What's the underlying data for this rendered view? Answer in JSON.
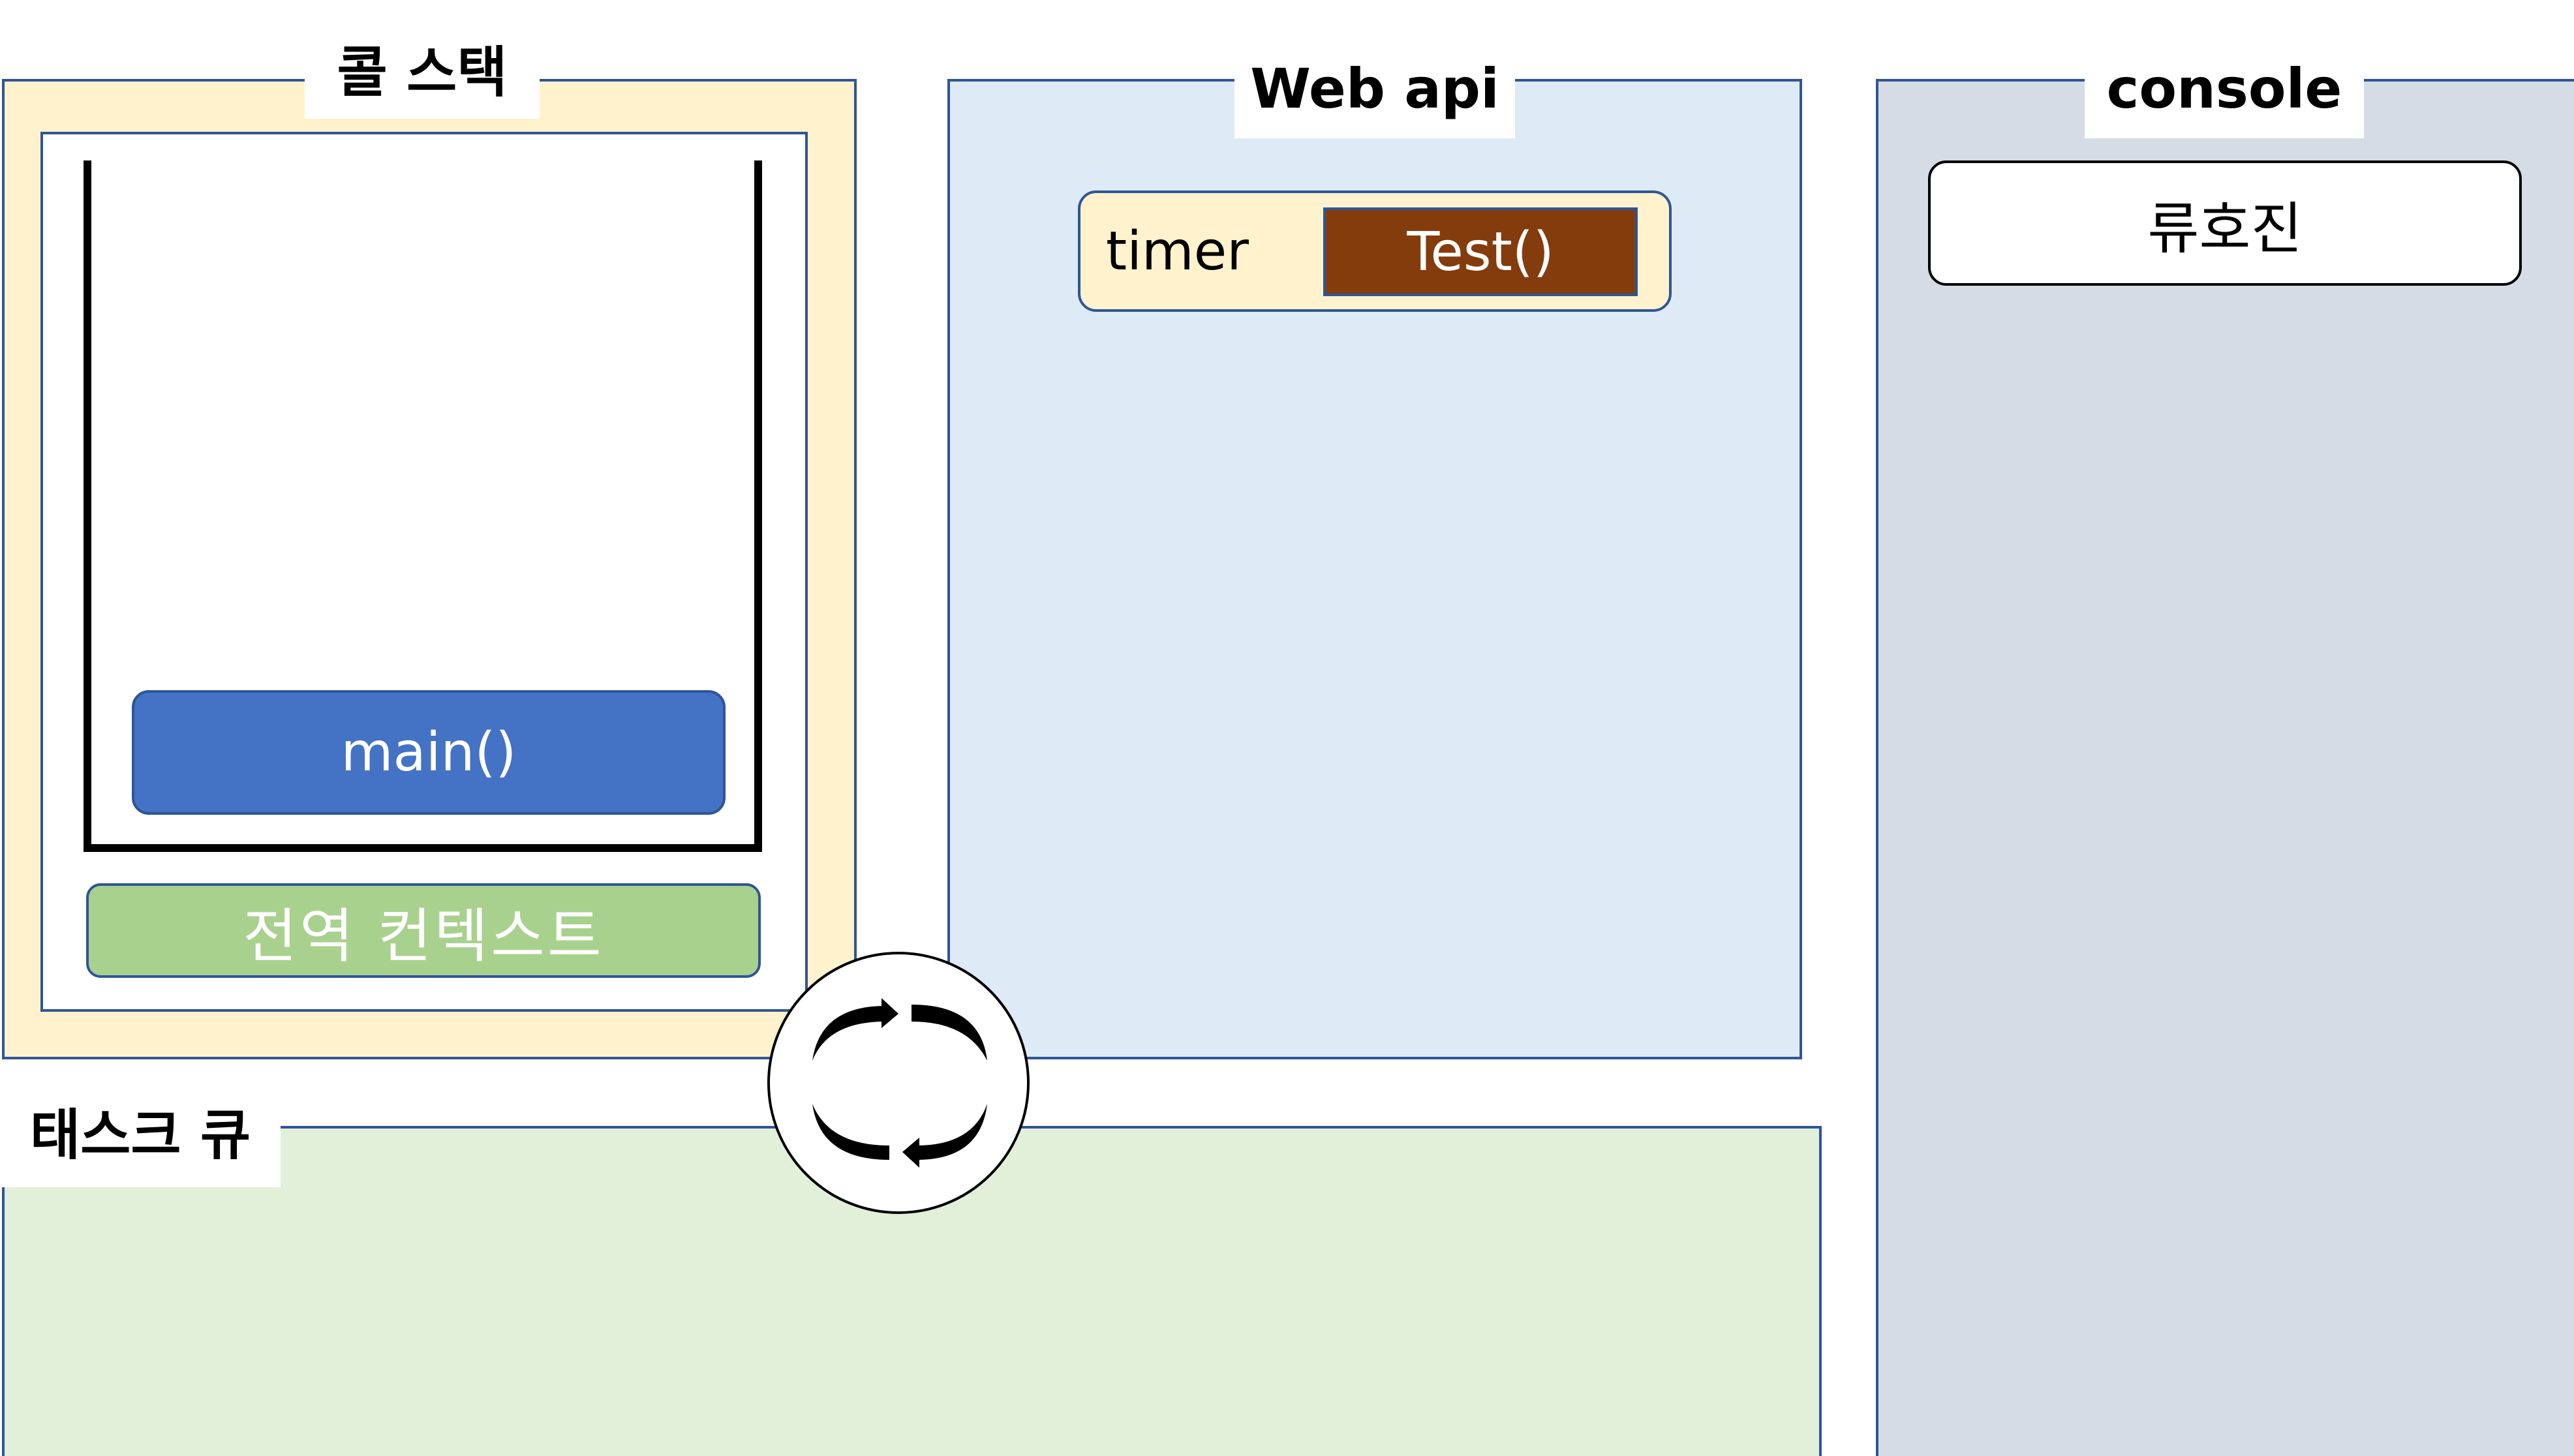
{
  "call_stack": {
    "title": "콜 스택",
    "frames": [
      {
        "label": "main()"
      }
    ],
    "context_label": "전역 컨텍스트"
  },
  "web_api": {
    "title": "Web api",
    "timer": {
      "label": "timer",
      "callback": "Test()"
    }
  },
  "console": {
    "title": "console",
    "output": [
      "류호진"
    ]
  },
  "task_queue": {
    "title": "태스크 큐",
    "items": []
  },
  "event_loop": {
    "icon": "event-loop-cycle-icon"
  },
  "colors": {
    "call_stack_bg": "#FFF2CC",
    "web_api_bg": "#DEEBF7",
    "console_bg": "#D6DCE5",
    "task_queue_bg": "#E2F0D9",
    "frame": "#4472C4",
    "global_context": "#A9D18E",
    "callback": "#843C0C",
    "border": "#2F5597"
  }
}
